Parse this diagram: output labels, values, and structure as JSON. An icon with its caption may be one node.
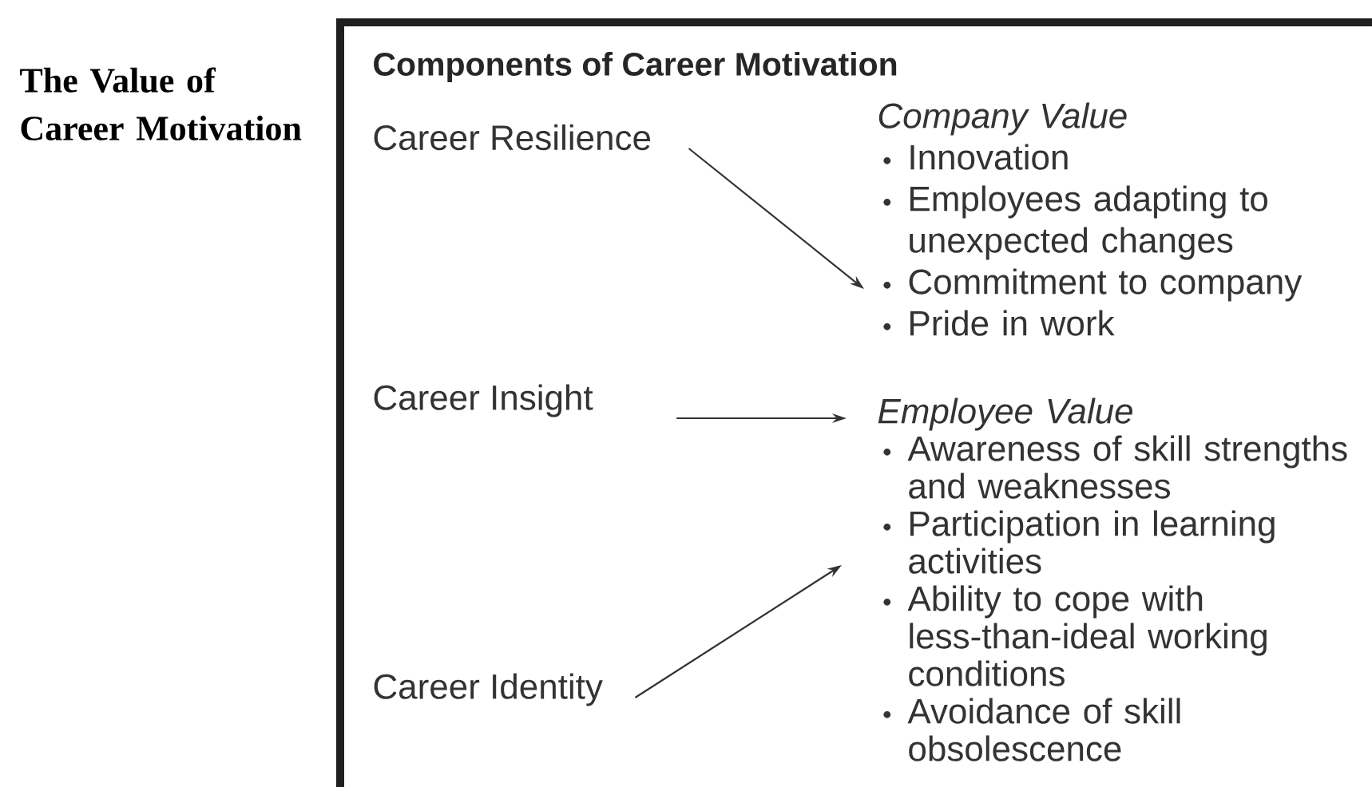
{
  "diagram": {
    "title": "The Value of Career Motivation",
    "nodes": [
      {
        "text": [
          "Components of Career Motivation"
        ]
      },
      {
        "text": [
          "Career Resilience"
        ],
        "in": 0
      },
      {
        "text": [
          "Company Value",
          "Innovation",
          "Employees adapting to unexpected changes",
          "Commitment to company",
          "Pride in work"
        ],
        "in": 0
      },
      {
        "text": [
          "Career Insight"
        ],
        "in": 0
      },
      {
        "text": [
          "Employee Value",
          "Awareness of skill strengths and weaknesses",
          "Participation in learning activities",
          "Ability to cope with less-than-ideal working conditions",
          "Avoidance of skill obsolescence"
        ],
        "in": 0
      },
      {
        "text": [
          "Career Identity"
        ],
        "in": 0
      }
    ],
    "edges": [
      {
        "from": 1,
        "to": 2,
        "arrow": "to"
      },
      {
        "from": 3,
        "to": 4,
        "arrow": "to"
      },
      {
        "from": 5,
        "to": 4,
        "arrow": "to"
      }
    ]
  }
}
